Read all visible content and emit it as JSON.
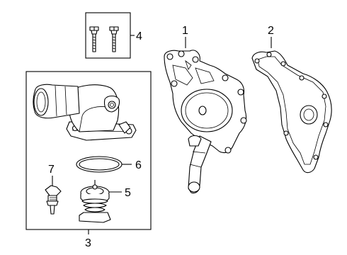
{
  "callouts": {
    "water_pump": "1",
    "gasket": "2",
    "housing_assembly": "3",
    "bolts": "4",
    "thermostat": "5",
    "seal_ring": "6",
    "temperature_sensor": "7"
  }
}
